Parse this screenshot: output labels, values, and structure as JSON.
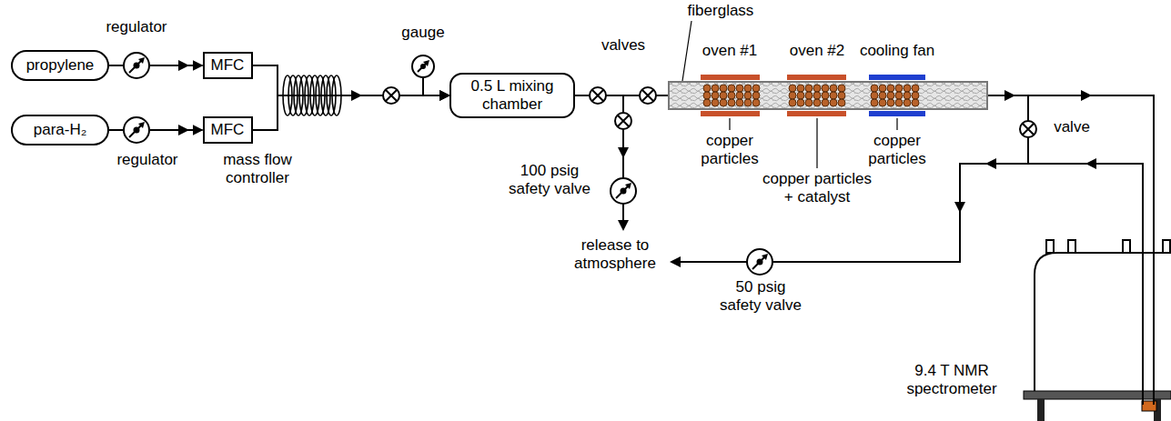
{
  "diagram": {
    "nodes": [
      {
        "text": [
          "propylene"
        ]
      },
      {
        "text": [
          "para-H₂"
        ]
      },
      {
        "text": [
          "MFC"
        ]
      },
      {
        "text": [
          "MFC"
        ]
      },
      {
        "text": [
          "0.5 L mixing chamber"
        ]
      }
    ],
    "edges": [
      {
        "from": 0,
        "to": 2,
        "arrow": "to"
      },
      {
        "from": 1,
        "to": 3,
        "arrow": "to"
      },
      {
        "from": 2,
        "to": 4,
        "arrow": "to"
      },
      {
        "from": 3,
        "to": 4,
        "arrow": "to"
      }
    ],
    "labels": [
      "regulator",
      "regulator",
      "mass flow controller",
      "gauge",
      "valves",
      "fiberglass",
      "oven #1",
      "oven #2",
      "cooling fan",
      "copper particles",
      "copper particles + catalyst",
      "copper particles",
      "100 psig safety valve",
      "release to atmosphere",
      "valve",
      "50 psig safety valve",
      "9.4 T NMR spectrometer"
    ]
  }
}
